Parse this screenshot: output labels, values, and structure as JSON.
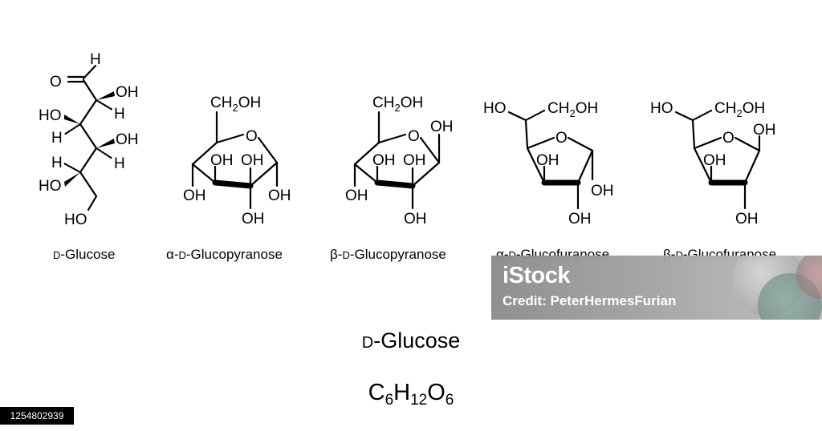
{
  "structures": {
    "open_chain": {
      "label_prefix": "D",
      "label_name": "-Glucose"
    },
    "alpha_pyranose": {
      "label_prefix": "α-",
      "label_d": "D",
      "label_name": "-Glucopyranose"
    },
    "beta_pyranose": {
      "label_prefix": "β-",
      "label_d": "D",
      "label_name": "-Glucopyranose"
    },
    "alpha_furanose": {
      "label_prefix": "α-",
      "label_d": "D",
      "label_name": "-Glucofuranose"
    },
    "beta_furanose": {
      "label_prefix": "β-",
      "label_d": "D",
      "label_name": "-Glucofuranose"
    }
  },
  "atoms": {
    "H": "H",
    "O": "O",
    "OH": "OH",
    "HO": "HO",
    "CH2OH_main": "CH",
    "CH2OH_sub": "2",
    "CH2OH_tail": "OH"
  },
  "title": {
    "prefix": "D",
    "name": "-Glucose"
  },
  "formula": {
    "c": "C",
    "c_n": "6",
    "h": "H",
    "h_n": "12",
    "o": "O",
    "o_n": "6"
  },
  "watermark": {
    "brand": "iStock",
    "credit": "Credit: PeterHermesFurian"
  },
  "stock_id": "1254802939"
}
